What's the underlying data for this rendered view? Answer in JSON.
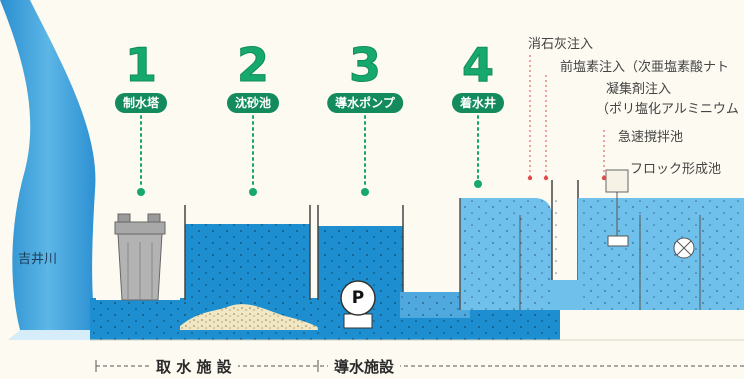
{
  "stages": [
    {
      "number": "1",
      "label": "制水塔"
    },
    {
      "number": "2",
      "label": "沈砂池"
    },
    {
      "number": "3",
      "label": "導水ポンプ"
    },
    {
      "number": "4",
      "label": "着水井"
    }
  ],
  "river_label": "吉井川",
  "pump_symbol": "P",
  "treatment_labels": {
    "slaked_lime": "消石灰注入",
    "pre_chlorine": "前塩素注入（次亜塩素酸ナト",
    "coagulant_1": "凝集剤注入",
    "coagulant_2": "（ポリ塩化アルミニウム",
    "rapid_mix": "急速撹拌池",
    "floc": "フロック形成池"
  },
  "sections": {
    "intake": "取 水 施 設",
    "conveyance": "導水施設"
  },
  "colors": {
    "water_dark": "#1d8fd0",
    "water_light": "#6fc1ec",
    "water_pale": "#b9e0f6",
    "green": "#17a86e",
    "pill_green": "#138b5d",
    "accent_red": "#e04b4b",
    "sand": "#f1e7c2"
  }
}
